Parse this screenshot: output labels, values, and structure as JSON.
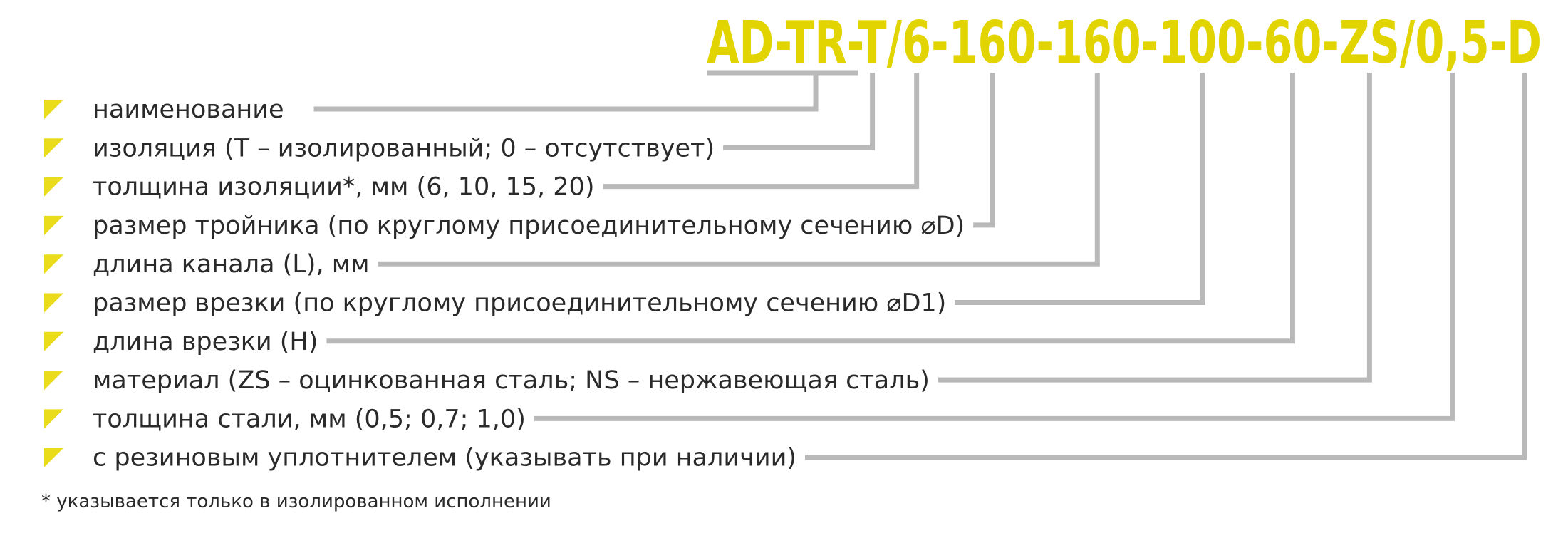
{
  "code": {
    "segments": [
      "AD-TR-",
      "T",
      "/",
      "6",
      "-",
      "160",
      "-",
      "160",
      "-",
      "100",
      "-",
      "60",
      "-",
      "ZS",
      "/",
      "0,5",
      "-",
      "D"
    ]
  },
  "items": [
    {
      "label": "наименование"
    },
    {
      "label": "изоляция (T – изолированный; 0 – отсутствует)"
    },
    {
      "label": "толщина изоляции*, мм (6, 10, 15, 20)"
    },
    {
      "label": "размер тройника (по круглому присоединительному сечению ⌀D)"
    },
    {
      "label": "длина канала (L), мм"
    },
    {
      "label": "размер врезки (по круглому присоединительному сечению ⌀D1)"
    },
    {
      "label": "длина врезки (H)"
    },
    {
      "label": "материал (ZS – оцинкованная сталь; NS – нержавеющая сталь)"
    },
    {
      "label": "толщина стали, мм (0,5; 0,7; 1,0)"
    },
    {
      "label": "с резиновым уплотнителем (указывать при наличии)"
    }
  ],
  "footnote": "* указывается только в изолированном исполнении",
  "colors": {
    "code": "#e2d400",
    "bullet": "#eadc1a",
    "line": "#b9b9b9",
    "text": "#2a2a2a"
  },
  "bullet_icon": "triangle-marker-icon"
}
